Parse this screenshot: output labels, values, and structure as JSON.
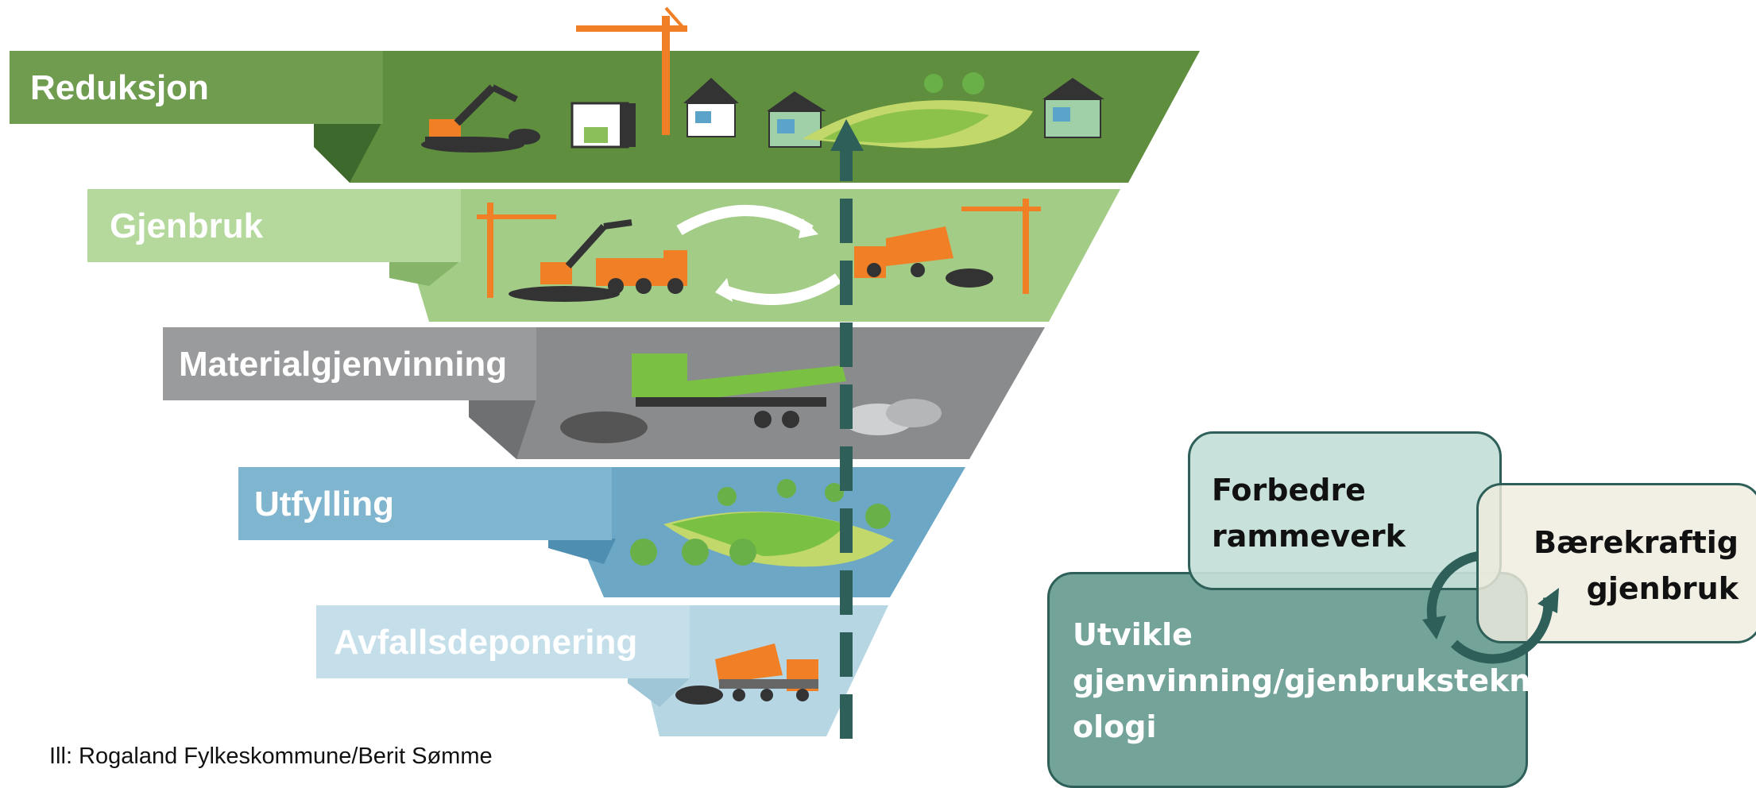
{
  "hierarchy": {
    "layers": [
      {
        "label": "Reduksjon",
        "color": "#5e8e3e",
        "tab_color": "#6f9c4f"
      },
      {
        "label": "Gjenbruk",
        "color": "#a3cd86",
        "tab_color": "#b5d89c"
      },
      {
        "label": "Materialgjenvinning",
        "color": "#8a8b8d",
        "tab_color": "#9a9b9d"
      },
      {
        "label": "Utfylling",
        "color": "#6ca8c6",
        "tab_color": "#80b5cf"
      },
      {
        "label": "Avfallsdeponering",
        "color": "#b6d6e3",
        "tab_color": "#c5dfea"
      }
    ],
    "arrow_color": "#2e5f59"
  },
  "boxes": {
    "improve": {
      "lines": [
        "Forbedre",
        "rammeverk"
      ],
      "color": "#c3ded8"
    },
    "sustainable": {
      "lines": [
        "Bærekraftig",
        "gjenbruk"
      ],
      "color": "#efebde"
    },
    "develop": {
      "lines": [
        "Utvikle",
        "gjenvinning/gjenbrukstekn",
        "ologi"
      ],
      "color": "#74a39a"
    }
  },
  "credit": "Ill: Rogaland Fylkeskommune/Berit Sømme"
}
